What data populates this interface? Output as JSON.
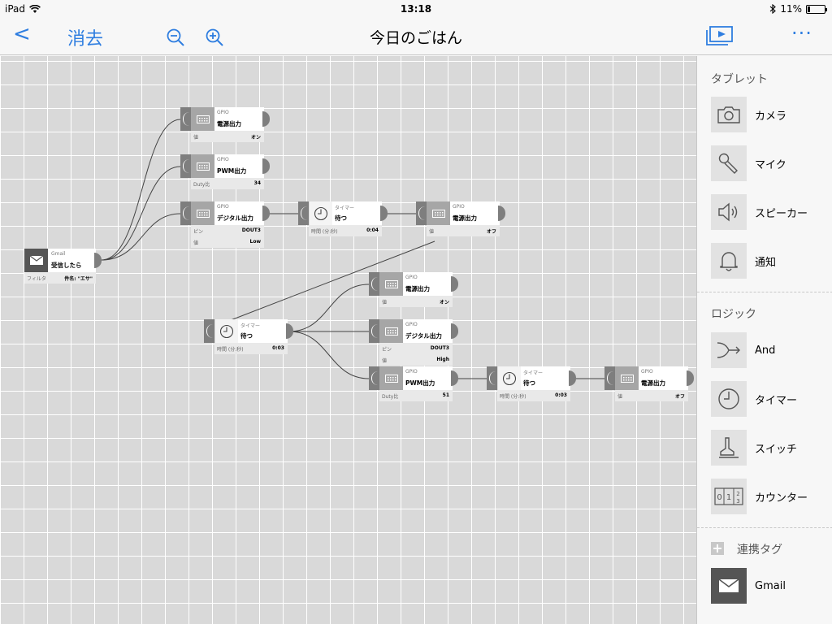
{
  "status": {
    "device": "iPad",
    "time": "13:18",
    "battery": "11%"
  },
  "nav": {
    "back_label": "<",
    "clear_label": "消去",
    "title": "今日のごはん",
    "more_label": "···"
  },
  "nodes": {
    "gpio1": {
      "category": "GPIO",
      "title": "電源出力",
      "params": [
        {
          "k": "値",
          "v": "オン"
        }
      ]
    },
    "gpio2": {
      "category": "GPIO",
      "title": "PWM出力",
      "params": [
        {
          "k": "Duty比",
          "v": "34"
        }
      ]
    },
    "gpio3": {
      "category": "GPIO",
      "title": "デジタル出力",
      "params": [
        {
          "k": "ピン",
          "v": "DOUT3"
        },
        {
          "k": "値",
          "v": "Low"
        }
      ]
    },
    "timer1": {
      "category": "タイマー",
      "title": "待つ",
      "params": [
        {
          "k": "時間 (分:秒)",
          "v": "0:04"
        }
      ]
    },
    "gpio4": {
      "category": "GPIO",
      "title": "電源出力",
      "params": [
        {
          "k": "値",
          "v": "オフ"
        }
      ]
    },
    "gmail": {
      "category": "Gmail",
      "title": "受信したら",
      "params": [
        {
          "k": "フィルタ",
          "v": "件名: \"エサ\""
        }
      ]
    },
    "gpio5": {
      "category": "GPIO",
      "title": "電源出力",
      "params": [
        {
          "k": "値",
          "v": "オン"
        }
      ]
    },
    "timer2": {
      "category": "タイマー",
      "title": "待つ",
      "params": [
        {
          "k": "時間 (分:秒)",
          "v": "0:03"
        }
      ]
    },
    "gpio6": {
      "category": "GPIO",
      "title": "デジタル出力",
      "params": [
        {
          "k": "ピン",
          "v": "DOUT3"
        },
        {
          "k": "値",
          "v": "High"
        }
      ]
    },
    "gpio7": {
      "category": "GPIO",
      "title": "PWM出力",
      "params": [
        {
          "k": "Duty比",
          "v": "51"
        }
      ]
    },
    "timer3": {
      "category": "タイマー",
      "title": "待つ",
      "params": [
        {
          "k": "時間 (分:秒)",
          "v": "0:03"
        }
      ]
    },
    "gpio8": {
      "category": "GPIO",
      "title": "電源出力",
      "params": [
        {
          "k": "値",
          "v": "オフ"
        }
      ]
    }
  },
  "sidebar": {
    "tablet_header": "タブレット",
    "tablet_items": [
      {
        "label": "カメラ"
      },
      {
        "label": "マイク"
      },
      {
        "label": "スピーカー"
      },
      {
        "label": "通知"
      }
    ],
    "logic_header": "ロジック",
    "logic_items": [
      {
        "label": "And"
      },
      {
        "label": "タイマー"
      },
      {
        "label": "スイッチ"
      },
      {
        "label": "カウンター"
      }
    ],
    "tags_header": "連携タグ",
    "tag_items": [
      {
        "label": "Gmail"
      }
    ]
  },
  "colors": {
    "accent": "#2f7ee0",
    "port": "#7e7e7e",
    "grid_bg": "#d9d9d9"
  }
}
